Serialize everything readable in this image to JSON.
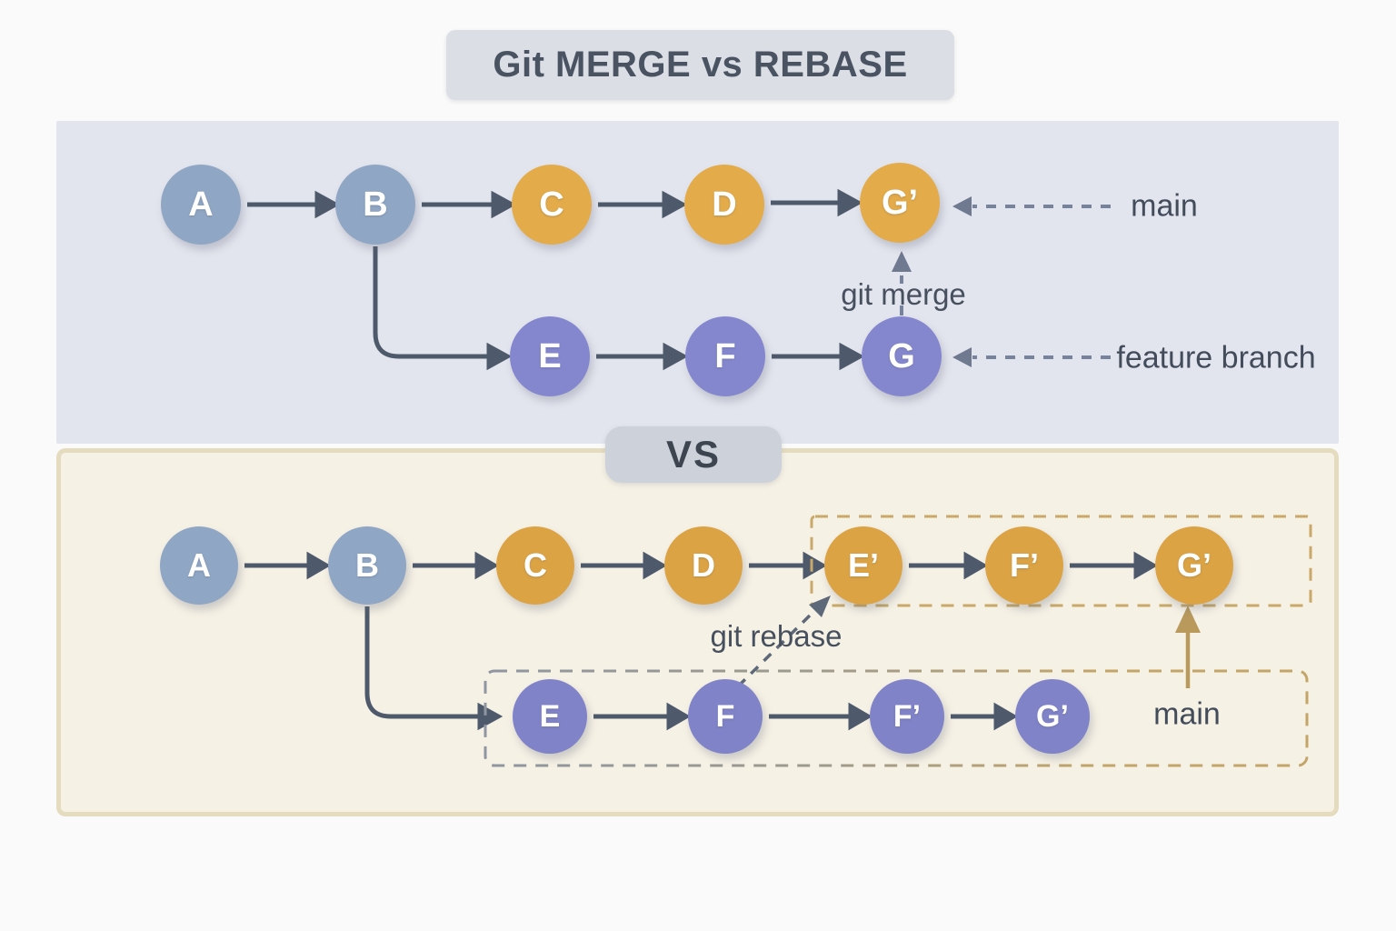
{
  "title": "Git MERGE vs REBASE",
  "vs_badge": "VS",
  "merge_section": {
    "main_branch": {
      "commits": [
        "A",
        "B",
        "C",
        "D",
        "G’"
      ],
      "ref_label": "main"
    },
    "feature_branch": {
      "commits": [
        "E",
        "F",
        "G"
      ],
      "ref_label": "feature branch"
    },
    "merge_arrow_label": "git merge"
  },
  "rebase_section": {
    "main_branch": {
      "commits": [
        "A",
        "B",
        "C",
        "D",
        "E’",
        "F’",
        "G’"
      ],
      "ref_label": "main"
    },
    "feature_branch": {
      "commits": [
        "E",
        "F",
        "F’",
        "G’"
      ]
    },
    "rebase_arrow_label": "git rebase"
  },
  "colors": {
    "base_commit": "#8fa6c5",
    "main_commit_top": "#e3ab49",
    "main_commit_bottom": "#dba344",
    "feature_commit_top": "#8487cd",
    "feature_commit_bottom": "#8083c8",
    "solid_arrow": "#4e5a6b",
    "dashed_ref_arrow": "#77829d",
    "rebase_box_border": "#c9a96a",
    "bottom_main_arrow": "#b9995c",
    "merge_panel_bg": "#e3e5ee",
    "rebase_panel_bg": "#f6f1e5"
  }
}
